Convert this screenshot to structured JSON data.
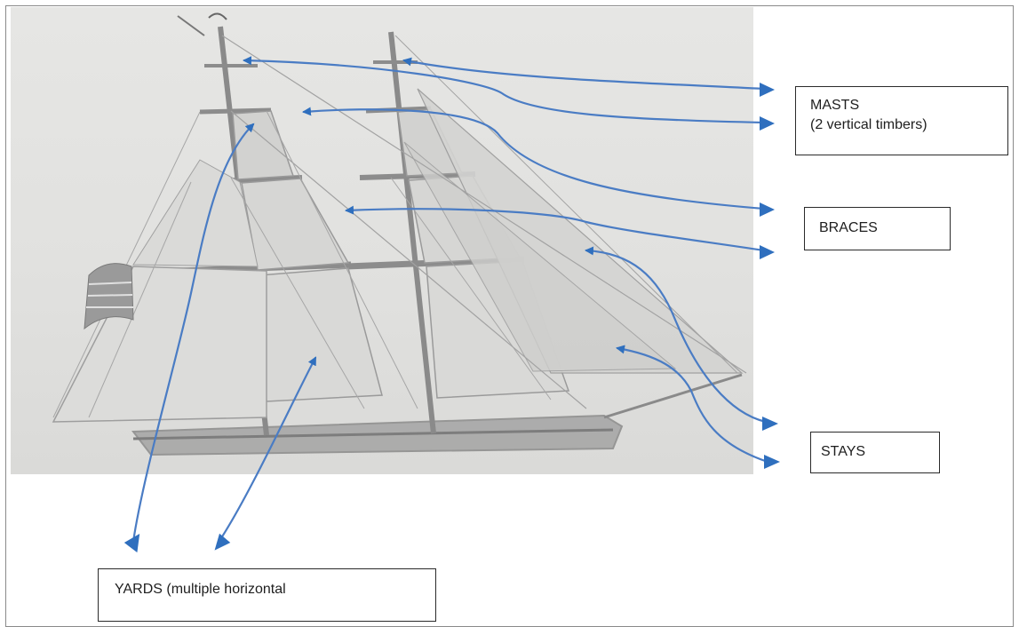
{
  "labels": {
    "masts": {
      "line1": "MASTS",
      "line2": "(2 vertical timbers)"
    },
    "braces": {
      "text": "BRACES"
    },
    "stays": {
      "text": "STAYS"
    },
    "yards": {
      "text": "YARDS (multiple horizontal"
    }
  },
  "colors": {
    "arrow": "#4a7cc4",
    "arrow_head": "#2f6fbe",
    "box_border": "#2a2a2a",
    "ship_ink": "#8c8c8c",
    "background_photo": "#e3e3e1"
  }
}
